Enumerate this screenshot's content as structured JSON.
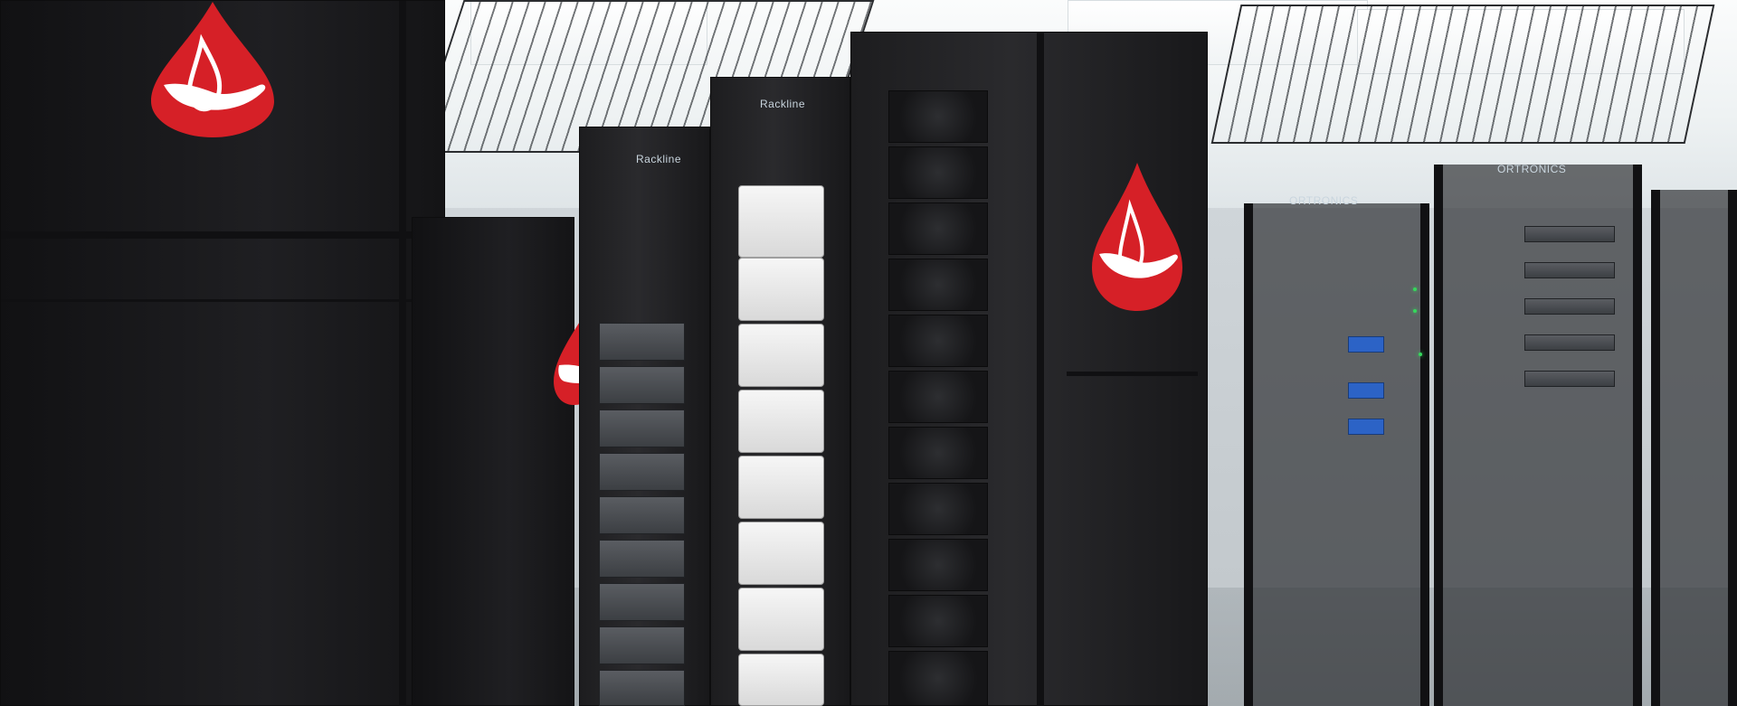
{
  "branding": {
    "logo_icon": "blood-drop-hand-icon",
    "accent_color": "#d62027",
    "logo_inner_color": "#ffffff"
  },
  "labels": {
    "rack_brand_left": "Rackline",
    "rack_brand_center": "Rackline",
    "open_rack_brand_1": "ORTRONICS",
    "open_rack_brand_2": "ORTRONICS"
  }
}
